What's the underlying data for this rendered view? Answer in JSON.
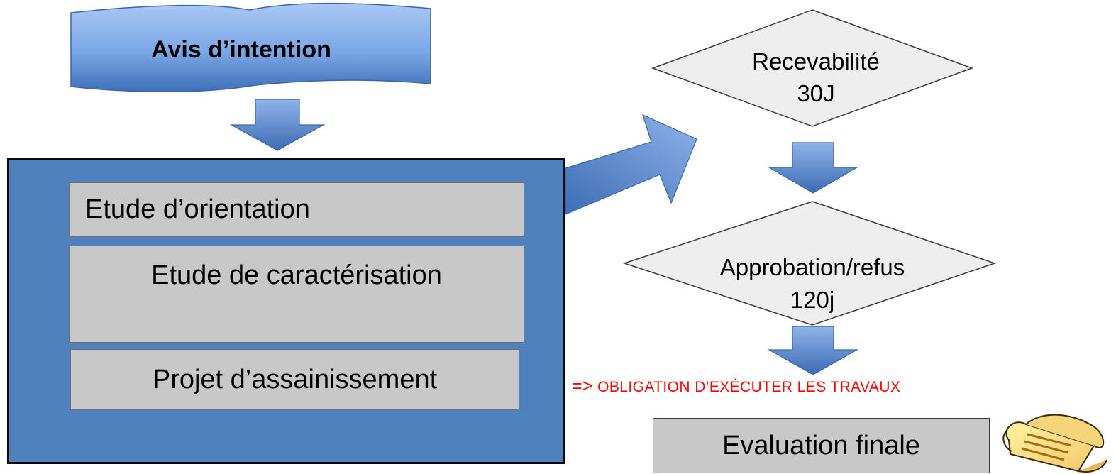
{
  "diagram": {
    "banner": {
      "label": "Avis d’intention"
    },
    "studies": [
      {
        "label": "Etude d’orientation"
      },
      {
        "label": "Etude de caractérisation"
      },
      {
        "label": "Projet d’assainissement"
      }
    ],
    "steps": [
      {
        "label": "Recevabilité",
        "duration": "30J"
      },
      {
        "label": "Approbation/refus",
        "duration": "120j"
      }
    ],
    "obligation": {
      "prefix": "=>",
      "text": "OBLIGATION D’EXÉCUTER LES TRAVAUX"
    },
    "final": {
      "label": "Evaluation finale"
    },
    "colors": {
      "main_block": "#4f81bd",
      "arrow": "#4f81bd",
      "grey_box": "#c8c8c8",
      "diamond": "#eeeeee",
      "obligation_text": "#ff0000"
    }
  }
}
